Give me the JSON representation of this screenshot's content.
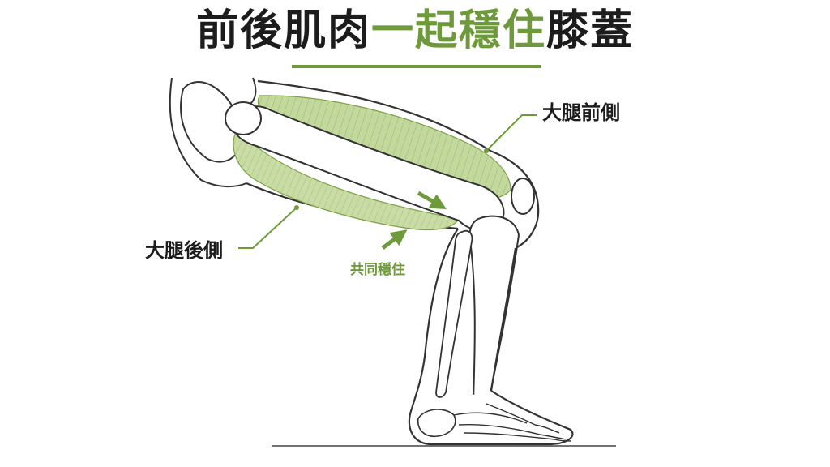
{
  "title": {
    "part1": "前後肌肉",
    "part2": "一起穩住",
    "part3": "膝蓋"
  },
  "labels": {
    "front_thigh": "大腿前側",
    "back_thigh": "大腿後側",
    "stabilize_together": "共同穩住"
  },
  "colors": {
    "accent": "#6f9a3b",
    "muscle": "#8fb35a",
    "text": "#1c1c1c",
    "outline": "#333333"
  },
  "icons": {
    "arrow": "arrow-icon",
    "leader": "leader-line"
  }
}
